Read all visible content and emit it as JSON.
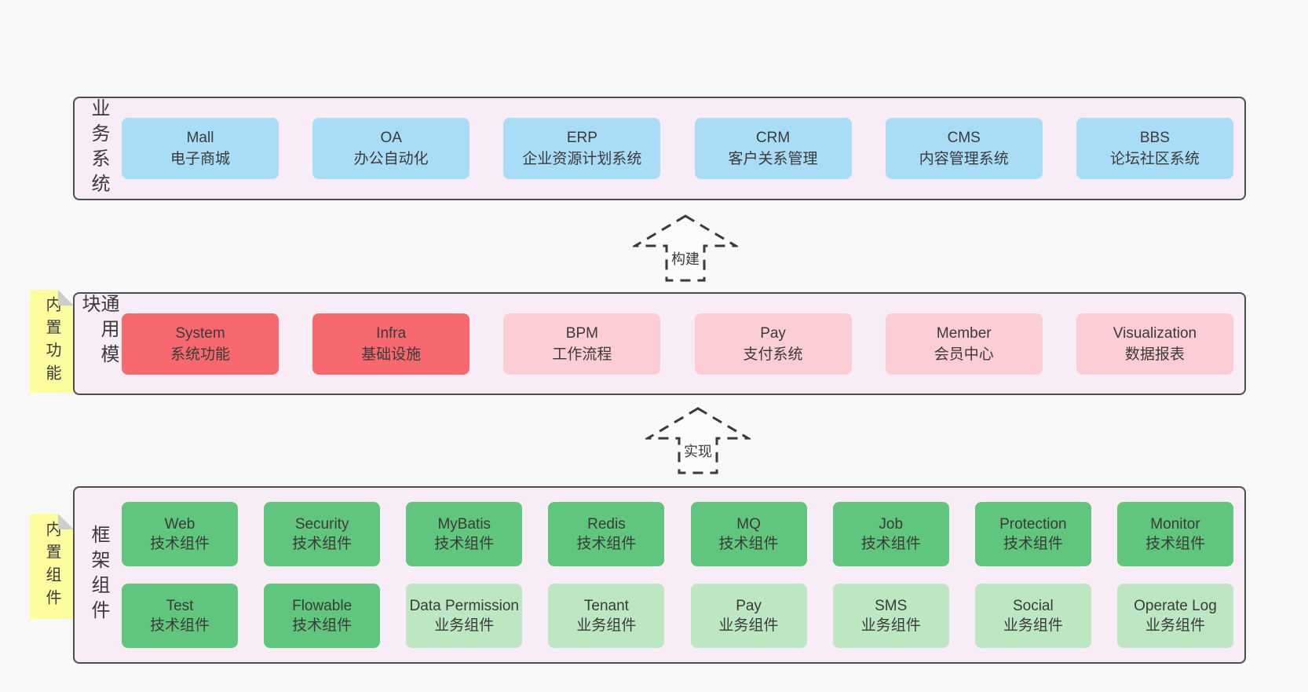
{
  "colors": {
    "page-bg": "#f8f8f8",
    "panel-bg": "#f8edf6",
    "panel-border": "#4d4d4d",
    "text": "#3a3a3a",
    "blue": "#a9dcf7",
    "red": "#f7696e",
    "pink": "#fccdd5",
    "green-dark": "#61c67d",
    "green-light": "#bde6c3",
    "tag-yellow": "#fdfd9f",
    "tag-fold": "#cdcdcd",
    "arrow-fill": "#fbfbfb"
  },
  "layers": [
    {
      "id": "business-systems",
      "label": "业务系统",
      "boxes": [
        {
          "title": "Mall",
          "subtitle": "电子商城",
          "variant": "blue"
        },
        {
          "title": "OA",
          "subtitle": "办公自动化",
          "variant": "blue"
        },
        {
          "title": "ERP",
          "subtitle": "企业资源计划系统",
          "variant": "blue"
        },
        {
          "title": "CRM",
          "subtitle": "客户关系管理",
          "variant": "blue"
        },
        {
          "title": "CMS",
          "subtitle": "内容管理系统",
          "variant": "blue"
        },
        {
          "title": "BBS",
          "subtitle": "论坛社区系统",
          "variant": "blue"
        }
      ]
    },
    {
      "id": "common-modules",
      "label": "通用模块",
      "tag": "内置功能",
      "boxes": [
        {
          "title": "System",
          "subtitle": "系统功能",
          "variant": "red"
        },
        {
          "title": "Infra",
          "subtitle": "基础设施",
          "variant": "red"
        },
        {
          "title": "BPM",
          "subtitle": "工作流程",
          "variant": "pink"
        },
        {
          "title": "Pay",
          "subtitle": "支付系统",
          "variant": "pink"
        },
        {
          "title": "Member",
          "subtitle": "会员中心",
          "variant": "pink"
        },
        {
          "title": "Visualization",
          "subtitle": "数据报表",
          "variant": "pink"
        }
      ]
    },
    {
      "id": "framework-components",
      "label": "框架组件",
      "tag": "内置组件",
      "rows": [
        [
          {
            "title": "Web",
            "subtitle": "技术组件",
            "variant": "green-dark"
          },
          {
            "title": "Security",
            "subtitle": "技术组件",
            "variant": "green-dark"
          },
          {
            "title": "MyBatis",
            "subtitle": "技术组件",
            "variant": "green-dark"
          },
          {
            "title": "Redis",
            "subtitle": "技术组件",
            "variant": "green-dark"
          },
          {
            "title": "MQ",
            "subtitle": "技术组件",
            "variant": "green-dark"
          },
          {
            "title": "Job",
            "subtitle": "技术组件",
            "variant": "green-dark"
          },
          {
            "title": "Protection",
            "subtitle": "技术组件",
            "variant": "green-dark"
          },
          {
            "title": "Monitor",
            "subtitle": "技术组件",
            "variant": "green-dark"
          }
        ],
        [
          {
            "title": "Test",
            "subtitle": "技术组件",
            "variant": "green-dark"
          },
          {
            "title": "Flowable",
            "subtitle": "技术组件",
            "variant": "green-dark"
          },
          {
            "title": "Data Permission",
            "subtitle": "业务组件",
            "variant": "green-light"
          },
          {
            "title": "Tenant",
            "subtitle": "业务组件",
            "variant": "green-light"
          },
          {
            "title": "Pay",
            "subtitle": "业务组件",
            "variant": "green-light"
          },
          {
            "title": "SMS",
            "subtitle": "业务组件",
            "variant": "green-light"
          },
          {
            "title": "Social",
            "subtitle": "业务组件",
            "variant": "green-light"
          },
          {
            "title": "Operate Log",
            "subtitle": "业务组件",
            "variant": "green-light"
          }
        ]
      ]
    }
  ],
  "arrows": [
    {
      "label": "构建"
    },
    {
      "label": "实现"
    }
  ]
}
